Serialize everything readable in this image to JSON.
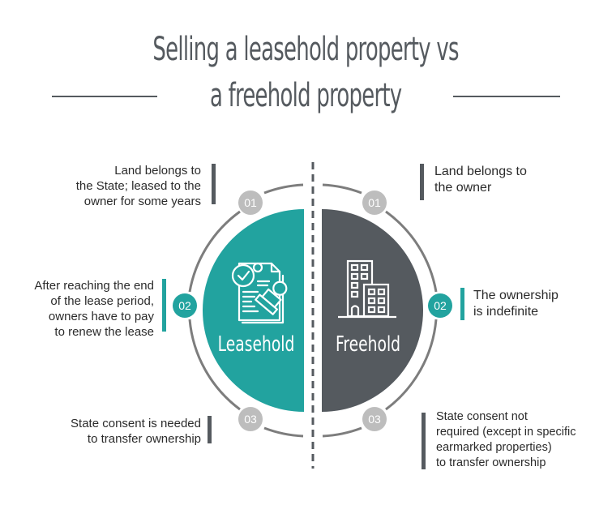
{
  "title": {
    "line1": "Selling a leasehold property vs",
    "line2": "a freehold property"
  },
  "colors": {
    "teal": "#22a39f",
    "dark": "#555a5f",
    "badge_gray": "#bdbdbd",
    "arc_gray": "#7d7d7d"
  },
  "leasehold": {
    "label": "Leasehold",
    "icon": "document-stamp-icon",
    "points": [
      {
        "num": "01",
        "lines": [
          "Land belongs to",
          "the State; leased to the",
          "owner for some years"
        ]
      },
      {
        "num": "02",
        "lines": [
          "After reaching the end",
          "of the lease period,",
          "owners have to pay",
          "to renew the lease"
        ]
      },
      {
        "num": "03",
        "lines": [
          "State consent is needed",
          "to transfer ownership"
        ]
      }
    ]
  },
  "freehold": {
    "label": "Freehold",
    "icon": "building-icon",
    "points": [
      {
        "num": "01",
        "lines": [
          "Land belongs to",
          "the owner"
        ]
      },
      {
        "num": "02",
        "lines": [
          "The ownership",
          "is indefinite"
        ]
      },
      {
        "num": "03",
        "lines": [
          "State consent not",
          "required (except in specific",
          "earmarked properties)",
          "to transfer ownership"
        ]
      }
    ]
  }
}
